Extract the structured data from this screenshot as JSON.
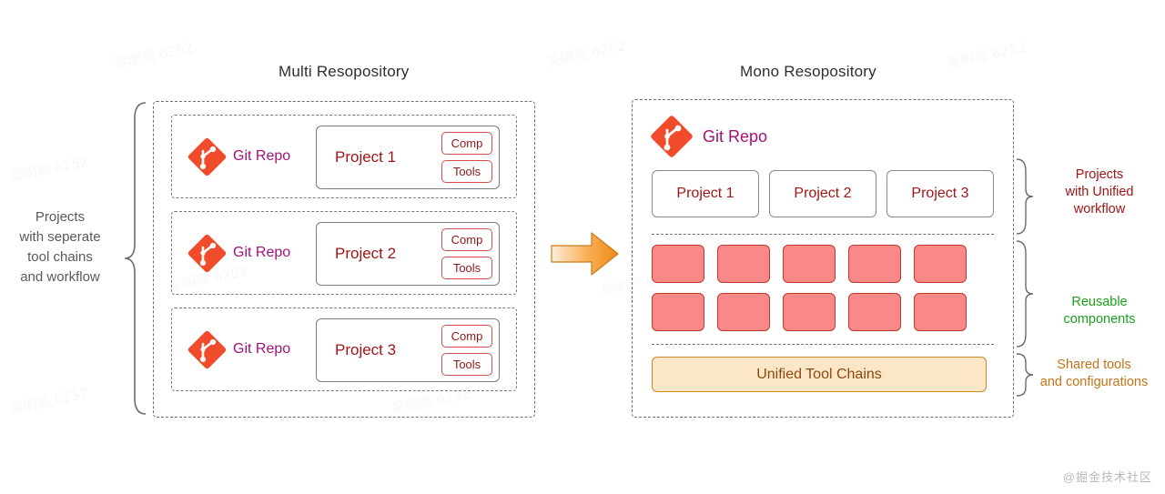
{
  "diagram": {
    "left_panel": {
      "title": "Multi Resopository",
      "side_label": "Projects\nwith seperate\ntool chains\nand workflow",
      "side_label_color": "#555a5e",
      "rows": [
        {
          "repo_label": "Git Repo",
          "project": "Project 1",
          "chips": [
            "Comp",
            "Tools"
          ]
        },
        {
          "repo_label": "Git Repo",
          "project": "Project 2",
          "chips": [
            "Comp",
            "Tools"
          ]
        },
        {
          "repo_label": "Git Repo",
          "project": "Project 3",
          "chips": [
            "Comp",
            "Tools"
          ]
        }
      ]
    },
    "arrow": {
      "name": "transition-arrow",
      "direction": "right",
      "color_start": "#FDEBD2",
      "color_end": "#F39324"
    },
    "right_panel": {
      "title": "Mono Resopository",
      "repo_label": "Git Repo",
      "projects": [
        "Project 1",
        "Project 2",
        "Project 3"
      ],
      "components_count": 10,
      "component_fill": "#F98888",
      "component_border": "#c0392b",
      "toolchains_label": "Unified Tool Chains",
      "toolchains_fill": "#FCE6C8",
      "toolchains_border": "#c98a2e",
      "annotations": [
        {
          "text": "Projects\nwith Unified\nworkflow",
          "color": "#a01616"
        },
        {
          "text": "Reusable\ncomponents",
          "color": "#1aa01a"
        },
        {
          "text": "Shared tools\nand configurations",
          "color": "#c27318"
        }
      ]
    },
    "watermark": "@掘金技术社区",
    "bg_watermark": "吴明亮 6252"
  }
}
